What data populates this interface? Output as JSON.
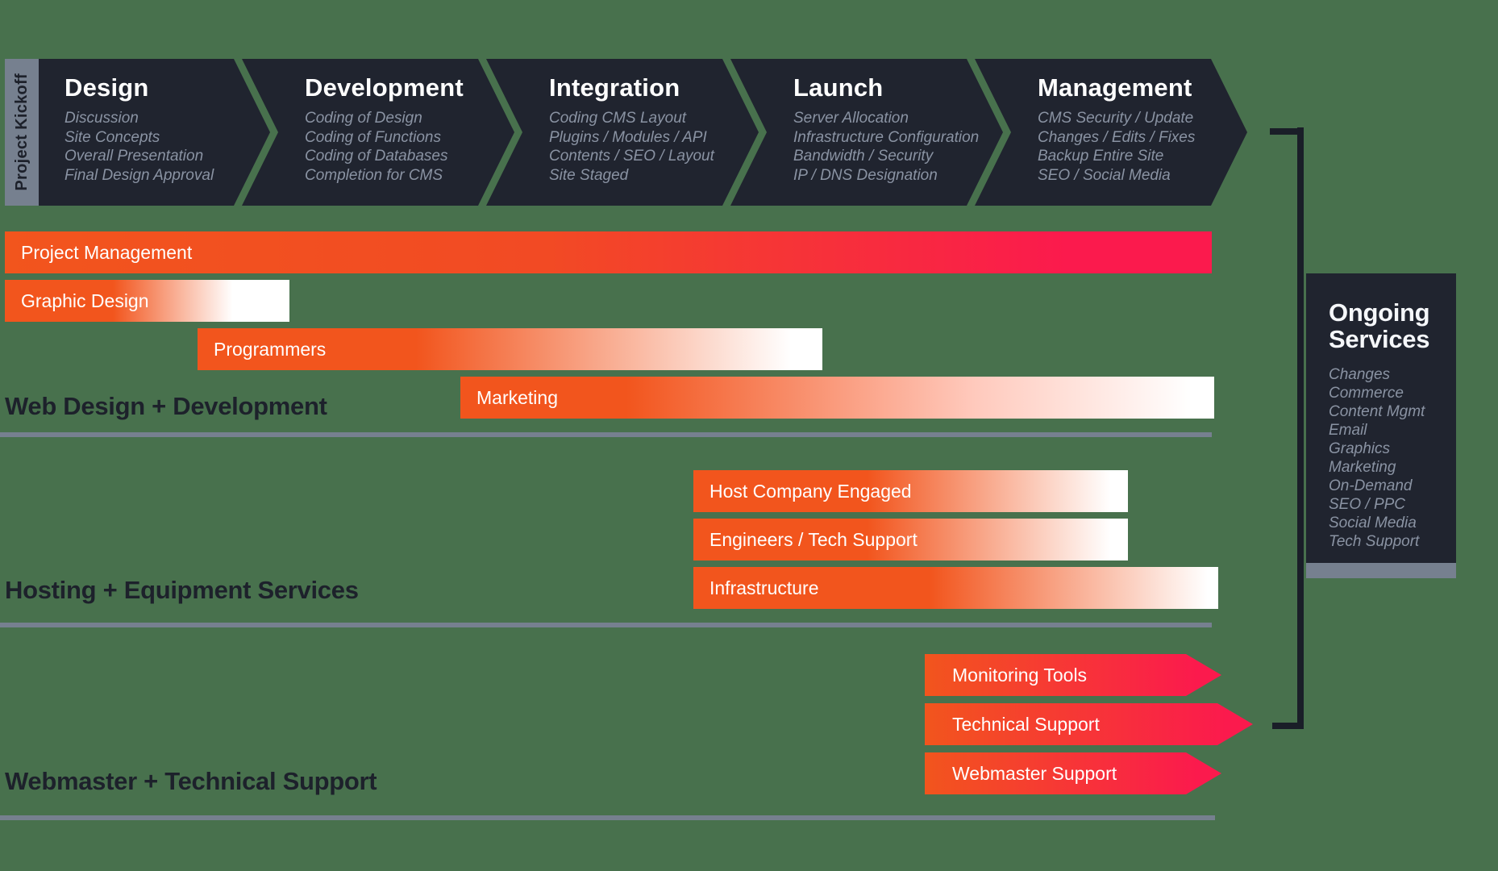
{
  "colors": {
    "background_green": "#48714D",
    "phase_dark": "#20242F",
    "slate_gray": "#76808F",
    "bar_orange": "#F2551D",
    "bar_crimson": "#FB1A4D",
    "bar_fade_white": "#FFFFFF",
    "connector_dark": "#1A1E28",
    "heading_dark": "#1D212B",
    "muted_text": "#8A93A3"
  },
  "kickoff": {
    "label": "Project Kickoff"
  },
  "phases": [
    {
      "title": "Design",
      "items": [
        "Discussion",
        "Site Concepts",
        "Overall Presentation",
        "Final Design Approval"
      ]
    },
    {
      "title": "Development",
      "items": [
        "Coding of Design",
        "Coding of Functions",
        "Coding of Databases",
        "Completion for CMS"
      ]
    },
    {
      "title": "Integration",
      "items": [
        "Coding CMS Layout",
        "Plugins / Modules / API",
        "Contents / SEO / Layout",
        "Site Staged"
      ]
    },
    {
      "title": "Launch",
      "items": [
        "Server Allocation",
        "Infrastructure Configuration",
        "Bandwidth / Security",
        "IP / DNS Designation"
      ]
    },
    {
      "title": "Management",
      "items": [
        "CMS Security / Update",
        "Changes / Edits / Fixes",
        "Backup Entire Site",
        "SEO / Social Media"
      ]
    }
  ],
  "sections": [
    {
      "title": "Web Design + Development"
    },
    {
      "title": "Hosting + Equipment Services"
    },
    {
      "title": "Webmaster + Technical Support"
    }
  ],
  "bars": {
    "project_management": "Project Management",
    "graphic_design": "Graphic Design",
    "programmers": "Programmers",
    "marketing": "Marketing",
    "host_company": "Host Company Engaged",
    "engineers": "Engineers / Tech Support",
    "infrastructure": "Infrastructure",
    "monitoring": "Monitoring Tools",
    "technical_support": "Technical Support",
    "webmaster_support": "Webmaster Support"
  },
  "ongoing": {
    "title": "Ongoing Services",
    "items": [
      "Changes",
      "Commerce",
      "Content Mgmt",
      "Email",
      "Graphics",
      "Marketing",
      "On-Demand",
      "SEO / PPC",
      "Social Media",
      "Tech Support"
    ]
  }
}
